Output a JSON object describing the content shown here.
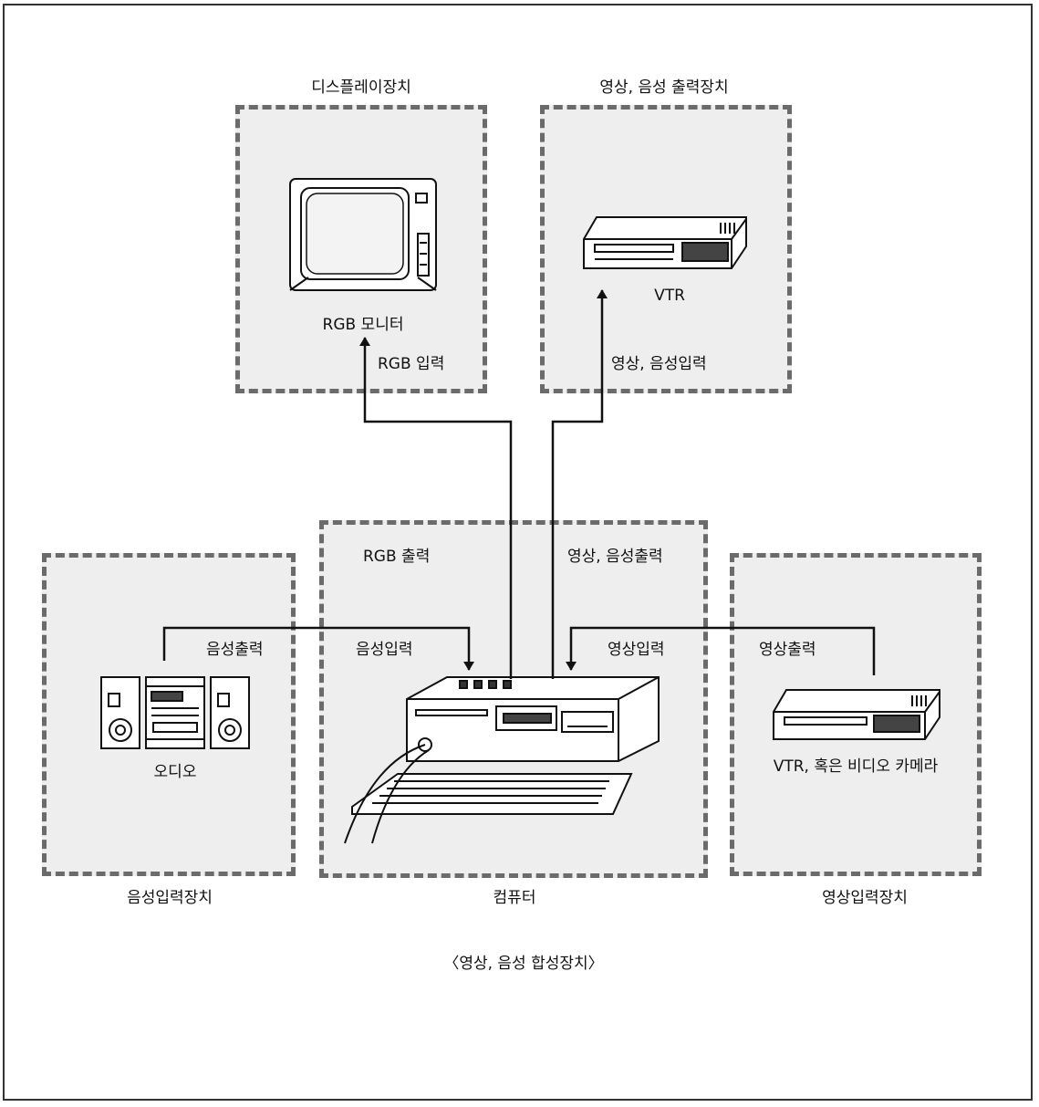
{
  "display_device": {
    "title": "디스플레이장치",
    "device_label": "RGB 모니터",
    "input_label": "RGB 입력"
  },
  "av_output_device": {
    "title": "영상, 음성 출력장치",
    "device_label": "VTR",
    "input_label": "영상, 음성입력"
  },
  "computer": {
    "title": "컴퓨터",
    "rgb_out_label": "RGB 출력",
    "av_out_label": "영상, 음성출력",
    "audio_in_label": "음성입력",
    "video_in_label": "영상입력"
  },
  "audio_input_device": {
    "title": "음성입력장치",
    "device_label": "오디오",
    "output_label": "음성출력"
  },
  "video_input_device": {
    "title": "영상입력장치",
    "device_label": "VTR, 혹은 비디오 카메라",
    "output_label": "영상출력"
  },
  "caption": "〈영상, 음성 합성장치〉"
}
